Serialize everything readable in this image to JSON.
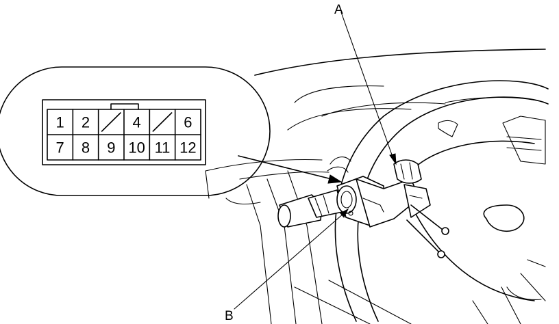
{
  "callouts": {
    "a": "A",
    "b": "B"
  },
  "connector": {
    "pins": [
      {
        "label": "1",
        "blank": false
      },
      {
        "label": "2",
        "blank": false
      },
      {
        "label": "",
        "blank": true
      },
      {
        "label": "4",
        "blank": false
      },
      {
        "label": "",
        "blank": true
      },
      {
        "label": "6",
        "blank": false
      },
      {
        "label": "7",
        "blank": false
      },
      {
        "label": "8",
        "blank": false
      },
      {
        "label": "9",
        "blank": false
      },
      {
        "label": "10",
        "blank": false
      },
      {
        "label": "11",
        "blank": false
      },
      {
        "label": "12",
        "blank": false
      }
    ]
  }
}
